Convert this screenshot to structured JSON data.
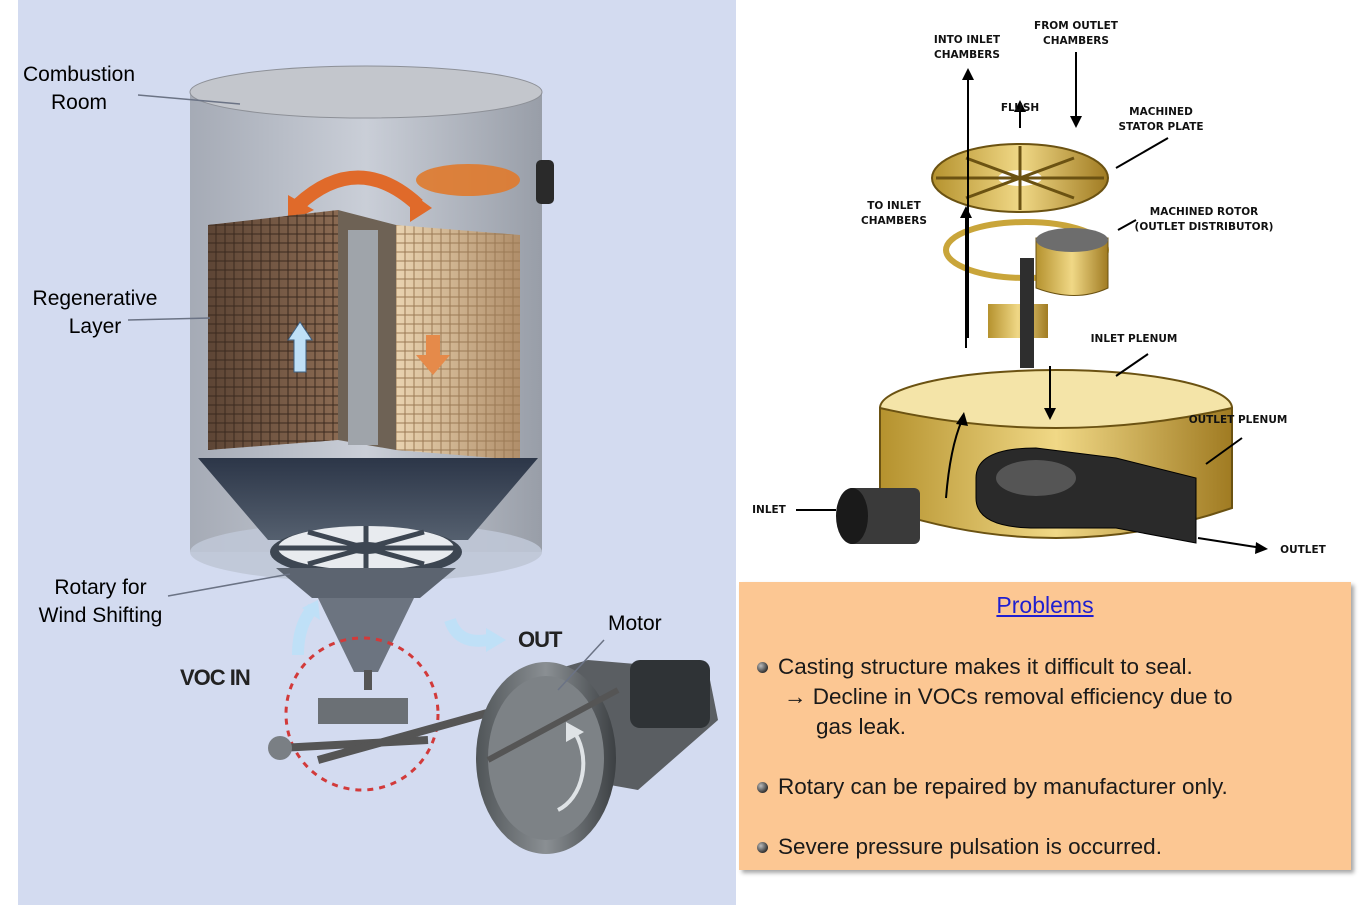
{
  "left_diagram": {
    "labels": {
      "combustion_room": "Combustion\nRoom",
      "regenerative_layer": "Regenerative\nLayer",
      "rotary": "Rotary for\nWind Shifting",
      "motor": "Motor",
      "voc_in": "VOC IN",
      "out": "OUT"
    }
  },
  "right_diagram": {
    "labels": {
      "into_inlet": [
        "INTO INLET",
        "CHAMBERS"
      ],
      "from_outlet": [
        "FROM OUTLET",
        "CHAMBERS"
      ],
      "flush": "FLUSH",
      "stator": [
        "MACHINED",
        "STATOR PLATE"
      ],
      "to_inlet": [
        "TO INLET",
        "CHAMBERS"
      ],
      "rotor": [
        "MACHINED ROTOR",
        "(OUTLET DISTRIBUTOR)"
      ],
      "inlet_plenum": "INLET PLENUM",
      "outlet_plenum": "OUTLET PLENUM",
      "inlet": "INLET",
      "outlet": "OUTLET"
    }
  },
  "problems": {
    "title": "Problems",
    "items": [
      "Casting structure makes it difficult to seal.",
      "Rotary can be repaired by manufacturer only.",
      "Severe pressure pulsation is occurred."
    ],
    "sub_lines": [
      "→ Decline in VOCs removal efficiency due to",
      "gas leak."
    ]
  },
  "colors": {
    "left_bg": "#d3dbf0",
    "problems_bg": "#fcc793",
    "problems_title": "#1f1fd0"
  }
}
